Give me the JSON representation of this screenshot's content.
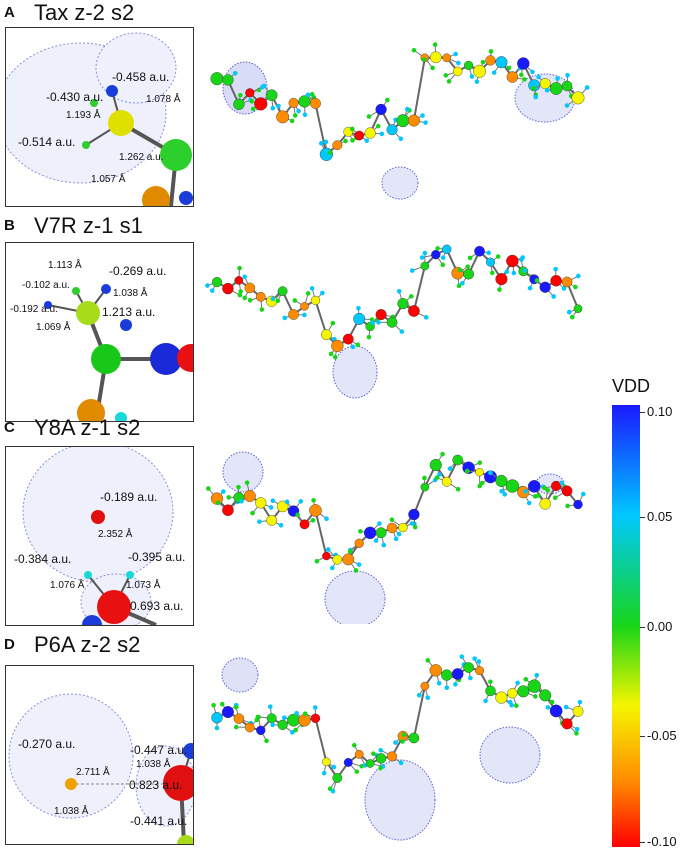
{
  "panels": [
    {
      "letter": "A",
      "title": "Tax z-2 s2",
      "labels": [
        "-0.458 a.u.",
        "-0.430 a.u.",
        "1.078 Å",
        "1.193 Å",
        "-0.514 a.u.",
        "1.262 a.u.",
        "1.057 Å"
      ]
    },
    {
      "letter": "B",
      "title": "V7R z-1 s1",
      "labels": [
        "1.113 Å",
        "-0.269 a.u.",
        "-0.102 a.u.",
        "1.038 Å",
        "-0.192 a.u.",
        "1.213 a.u.",
        "1.069 Å"
      ]
    },
    {
      "letter": "C",
      "title": "Y8A z-1 s2",
      "labels": [
        "-0.189 a.u.",
        "2.352 Å",
        "-0.384 a.u.",
        "-0.395 a.u.",
        "1.076 Å",
        "1.073 Å",
        "0.693 a.u."
      ]
    },
    {
      "letter": "D",
      "title": "P6A z-2 s2",
      "labels": [
        "-0.270 a.u.",
        "-0.447 a.u.",
        "1.038 Å",
        "2.711 Å",
        "0.823 a.u.",
        "1.038 Å",
        "-0.441 a.u."
      ]
    }
  ],
  "colorbar": {
    "title": "VDD",
    "ticks": [
      "0.10",
      "0.05",
      "0.00",
      "-0.05",
      "-0.10"
    ]
  },
  "colors": {
    "blue": "#1a1aff",
    "cyan": "#00c8ff",
    "green": "#18d518",
    "yellow": "#f5f500",
    "orange": "#ff8c00",
    "red": "#ff0000"
  }
}
